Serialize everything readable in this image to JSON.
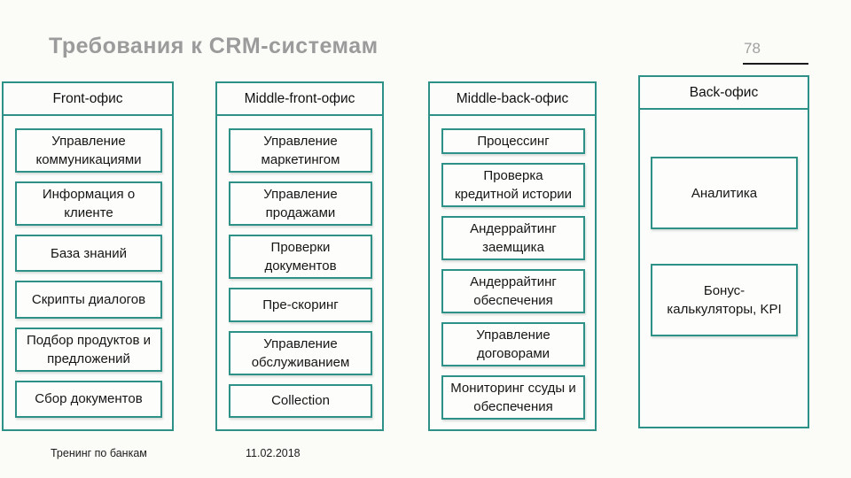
{
  "page": {
    "title": "Требования к CRM-системам",
    "page_number": "78",
    "footer_left": "Тренинг по банкам",
    "footer_date": "11.02.2018"
  },
  "colors": {
    "border_teal": "#2e9187",
    "title_gray": "#9b9b9b",
    "box_background": "#fdfdfb",
    "page_background": "#fbfbf8"
  },
  "columns": [
    {
      "id": "front-office",
      "title": "Front-офис",
      "items": [
        "Управление коммуникациями",
        "Информация о клиенте",
        "База знаний",
        "Скрипты диалогов",
        "Подбор продуктов и предложений",
        "Сбор документов"
      ]
    },
    {
      "id": "middle-front-office",
      "title": "Middle-front-офис",
      "items": [
        "Управление маркетингом",
        "Управление продажами",
        "Проверки документов",
        "Пре-скоринг",
        "Управление обслуживанием",
        "Collection"
      ]
    },
    {
      "id": "middle-back-office",
      "title": "Middle-back-офис",
      "items": [
        "Процессинг",
        "Проверка кредитной истории",
        "Андеррайтинг заемщика",
        "Андеррайтинг обеспечения",
        "Управление договорами",
        "Мониторинг ссуды и обеспечения"
      ]
    },
    {
      "id": "back-office",
      "title": "Back-офис",
      "items": [
        "Аналитика",
        "Бонус-калькуляторы, KPI"
      ]
    }
  ]
}
